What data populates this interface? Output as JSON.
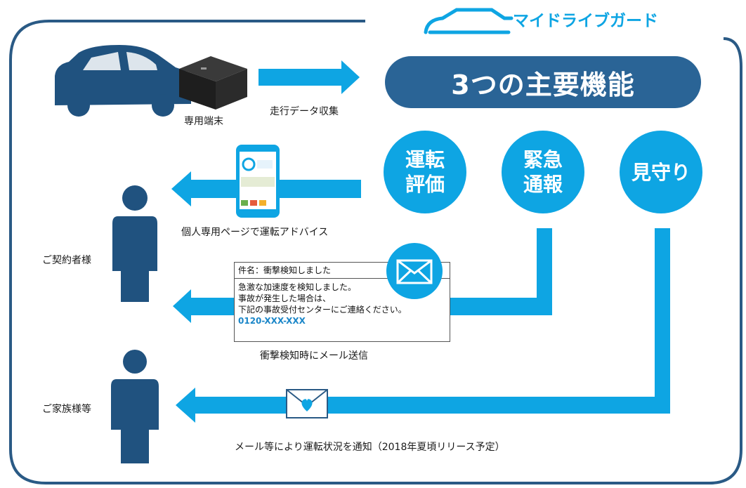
{
  "brand": {
    "name": "マイドライブガード"
  },
  "header": {
    "title": "3つの主要機能"
  },
  "features": [
    {
      "label": "運転\n評価"
    },
    {
      "label": "緊急\n通報"
    },
    {
      "label": "見守り"
    }
  ],
  "labels": {
    "device": "専用端末",
    "data_collection": "走行データ収集",
    "personal_page": "個人専用ページで運転アドバイス",
    "contractor": "ご契約者様",
    "family": "ご家族様等",
    "impact_mail": "衝撃検知時にメール送信",
    "notify": "メール等により運転状況を通知（2018年夏頃リリース予定）"
  },
  "email": {
    "subject": "件名：衝撃検知しました",
    "lines": [
      "急激な加速度を検知しました。",
      "事故が発生した場合は、",
      "下記の事故受付センターにご連絡ください。"
    ],
    "phone": "0120-XXX-XXX"
  },
  "colors": {
    "primary": "#0ea5e3",
    "dark_blue": "#2a6496",
    "navy": "#20527f",
    "frame": "#2a5a85"
  },
  "icons": [
    "car-icon",
    "device-icon",
    "smartphone-icon",
    "person-icon",
    "mail-icon",
    "heart-envelope-icon",
    "car-logo-icon"
  ]
}
